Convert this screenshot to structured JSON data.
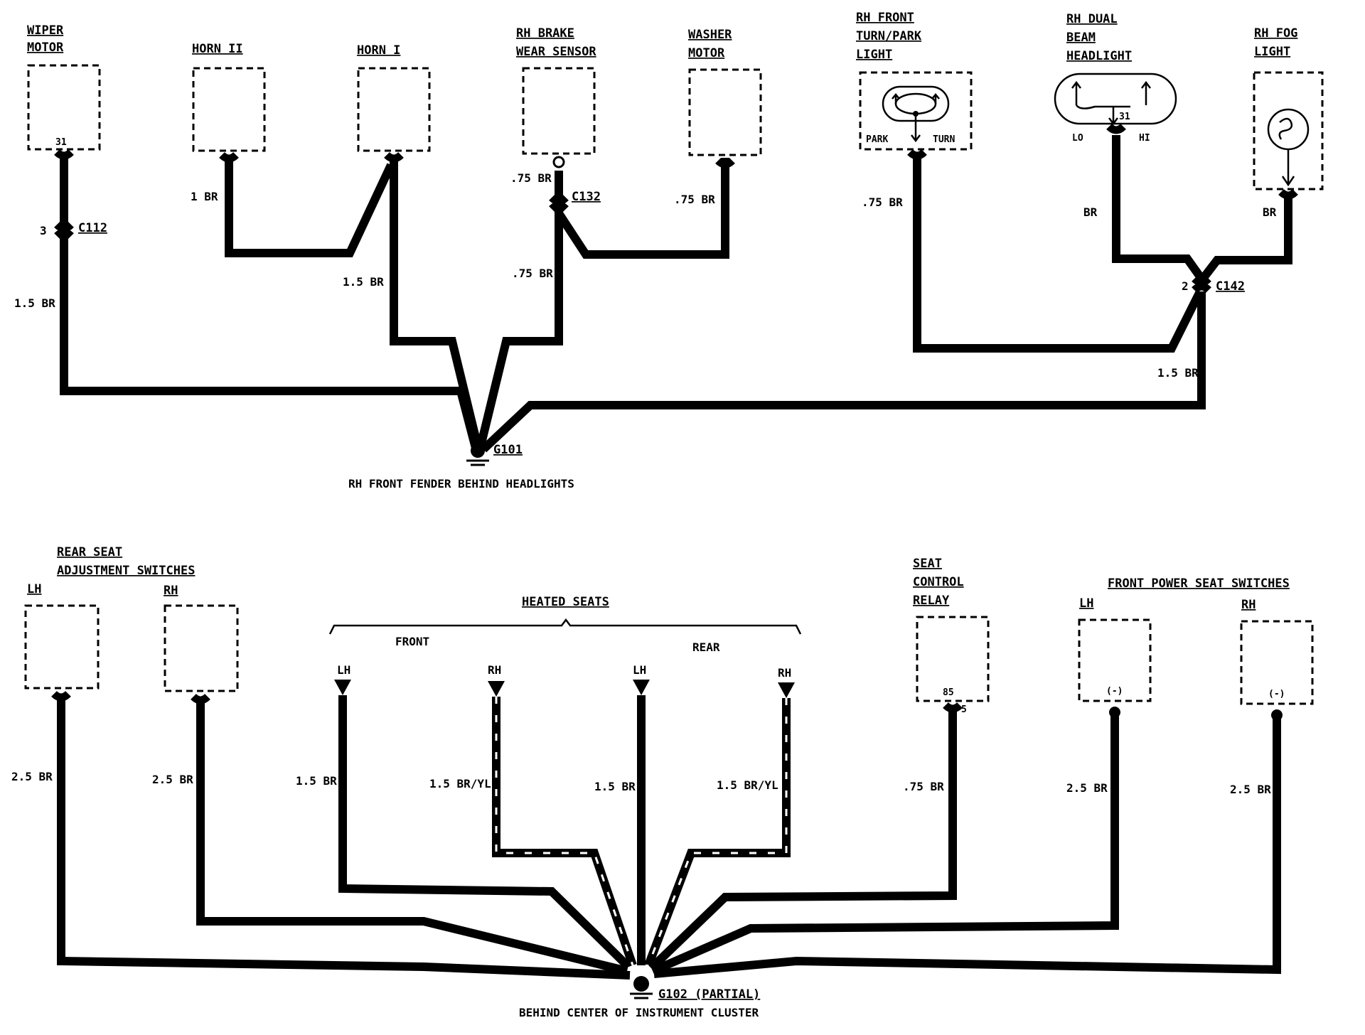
{
  "top": {
    "components": {
      "wiper_motor": {
        "name_l1": "WIPER",
        "name_l2": "MOTOR",
        "pin": "31"
      },
      "horn2": {
        "name": "HORN II"
      },
      "horn1": {
        "name": "HORN I"
      },
      "brake_sensor": {
        "name_l1": "RH BRAKE",
        "name_l2": "WEAR SENSOR"
      },
      "washer_motor": {
        "name_l1": "WASHER",
        "name_l2": "MOTOR"
      },
      "turn_park": {
        "name_l1": "RH FRONT",
        "name_l2": "TURN/PARK",
        "name_l3": "LIGHT",
        "park": "PARK",
        "turn": "TURN"
      },
      "headlight": {
        "name_l1": "RH DUAL",
        "name_l2": "BEAM",
        "name_l3": "HEADLIGHT",
        "pin": "31",
        "lo": "LO",
        "hi": "HI"
      },
      "fog": {
        "name_l1": "RH FOG",
        "name_l2": "LIGHT"
      }
    },
    "connectors": {
      "c112": {
        "id": "C112",
        "pin": "3"
      },
      "c132": {
        "id": "C132"
      },
      "c142": {
        "id": "C142",
        "pin": "2"
      }
    },
    "wires": {
      "wiper_upper": "1.5 BR",
      "horn2": "1 BR",
      "horn1": "1.5 BR",
      "brake_upper": ".75 BR",
      "brake_lower": ".75 BR",
      "washer": ".75 BR",
      "turn_park": ".75 BR",
      "headlight": "BR",
      "fog": "BR",
      "c142_lower": "1.5 BR"
    },
    "ground": {
      "id": "G101",
      "location": "RH FRONT FENDER BEHIND HEADLIGHTS"
    }
  },
  "bottom": {
    "rear_seat": {
      "name_l1": "REAR SEAT",
      "name_l2": "ADJUSTMENT SWITCHES",
      "lh": "LH",
      "rh": "RH",
      "wire_lh": "2.5 BR",
      "wire_rh": "2.5 BR"
    },
    "heated_seats": {
      "title": "HEATED SEATS",
      "front": "FRONT",
      "rear": "REAR",
      "front_lh": "LH",
      "front_rh": "RH",
      "rear_lh": "LH",
      "rear_rh": "RH",
      "wire_front_lh": "1.5 BR",
      "wire_front_rh": "1.5 BR/YL",
      "wire_rear_lh": "1.5 BR",
      "wire_rear_rh": "1.5 BR/YL"
    },
    "seat_relay": {
      "name_l1": "SEAT",
      "name_l2": "CONTROL",
      "name_l3": "RELAY",
      "pin_inside": "85",
      "pin": "5",
      "wire": ".75 BR"
    },
    "front_power": {
      "name": "FRONT POWER SEAT SWITCHES",
      "lh": "LH",
      "rh": "RH",
      "neg": "(-)",
      "wire_lh": "2.5 BR",
      "wire_rh": "2.5 BR"
    },
    "ground": {
      "id": "G102 (PARTIAL)",
      "location": "BEHIND CENTER OF INSTRUMENT CLUSTER"
    }
  }
}
